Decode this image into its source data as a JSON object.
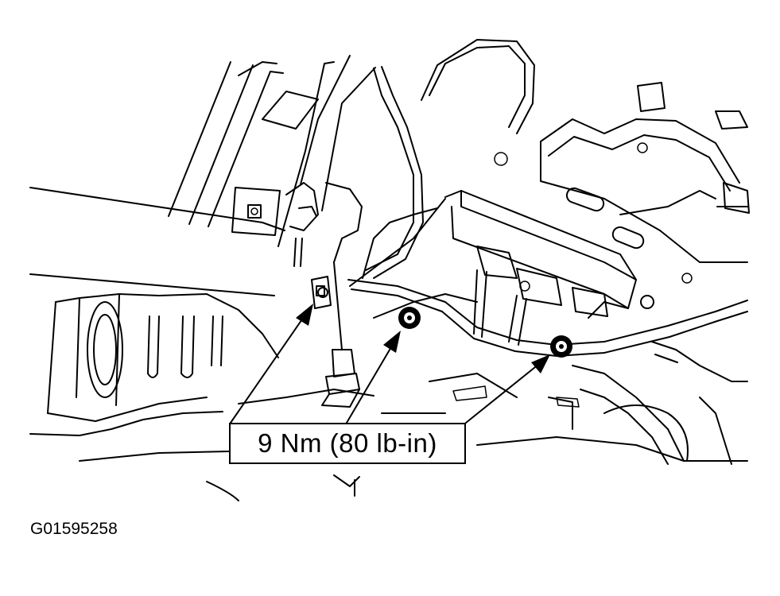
{
  "diagram": {
    "torque_callout": "9 Nm (80 lb-in)",
    "figure_id": "G01595258",
    "fasteners": [
      {
        "name": "bolt-left"
      },
      {
        "name": "bolt-center"
      },
      {
        "name": "bolt-right"
      }
    ],
    "colors": {
      "line": "#000000",
      "background": "#ffffff"
    }
  }
}
